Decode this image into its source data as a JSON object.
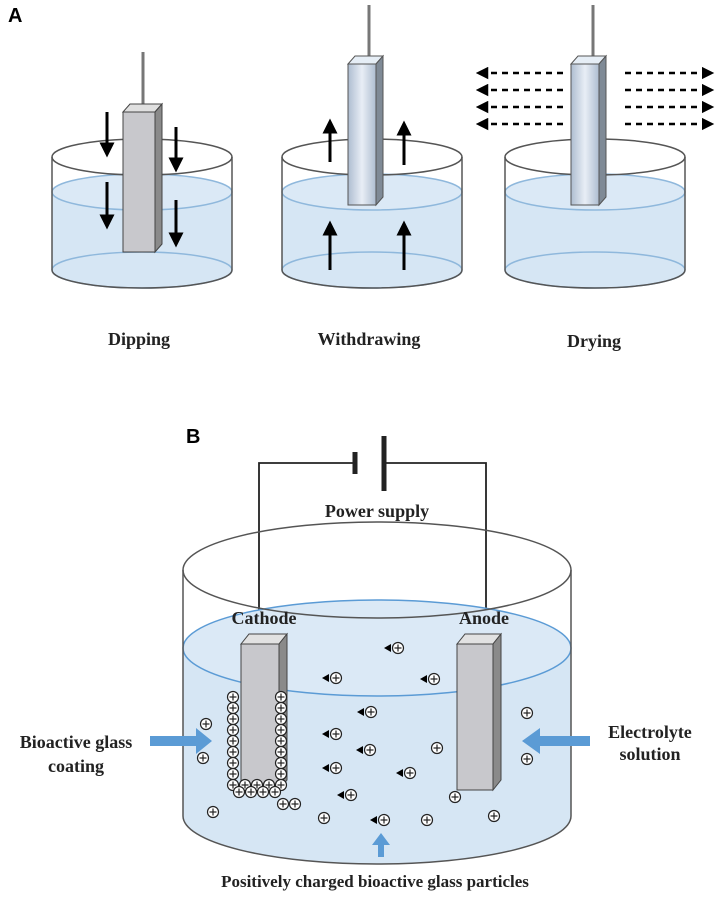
{
  "panelA": {
    "letter": "A",
    "steps": [
      {
        "label": "Dipping"
      },
      {
        "label": "Withdrawing"
      },
      {
        "label": "Drying"
      }
    ]
  },
  "panelB": {
    "letter": "B",
    "power_supply": "Power supply",
    "cathode": "Cathode",
    "anode": "Anode",
    "coating_line1": "Bioactive glass",
    "coating_line2": "coating",
    "electrolyte_line1": "Electrolyte",
    "electrolyte_line2": "solution",
    "particles": "Positively charged bioactive glass particles"
  },
  "colors": {
    "liquid": "#d6e6f4",
    "liquid_edge": "#8fb8dc",
    "electrode": "#c8c8cc",
    "blue_arrow": "#5b9bd5"
  }
}
